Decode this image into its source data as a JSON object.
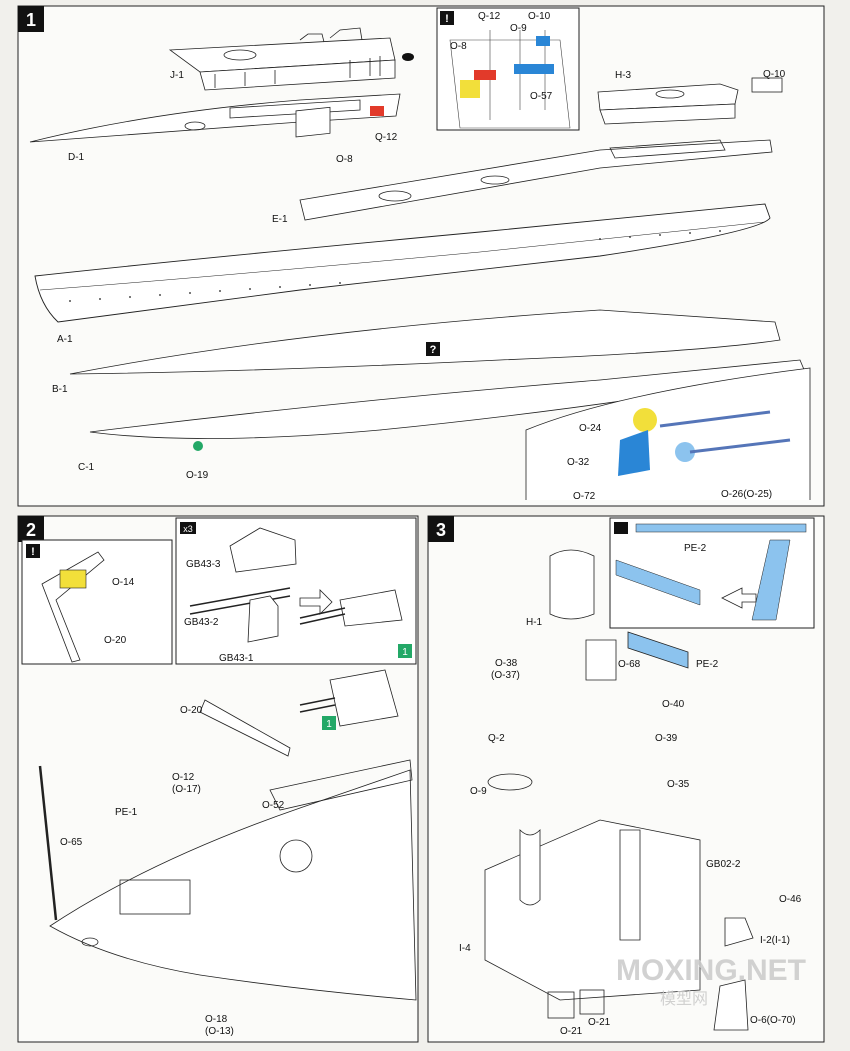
{
  "steps": [
    {
      "number": "1"
    },
    {
      "number": "2"
    },
    {
      "number": "3"
    }
  ],
  "step1": {
    "labels": {
      "j1": "J-1",
      "d1": "D-1",
      "h3": "H-3",
      "q10": "Q-10",
      "q12": "Q-12",
      "o8": "O-8",
      "e1": "E-1",
      "a1": "A-1",
      "b1": "B-1",
      "c1": "C-1",
      "o19": "O-19",
      "o24": "O-24",
      "o32": "O-32",
      "o72": "O-72",
      "o26": "O-26(O-25)"
    },
    "inset": {
      "q12": "Q-12",
      "o10": "O-10",
      "o9": "O-9",
      "o8": "O-8",
      "o57": "O-57"
    }
  },
  "step2": {
    "inset": {
      "o14": "O-14",
      "o20": "O-20"
    },
    "turret": {
      "multiplier": "x3",
      "gb433": "GB43-3",
      "gb432": "GB43-2",
      "gb431": "GB43-1",
      "ref": "1"
    },
    "labels": {
      "o20": "O-20",
      "o12": "O-12",
      "o17": "(O-17)",
      "pe1": "PE-1",
      "o52": "O-52",
      "o65": "O-65",
      "o18": "O-18",
      "o13": "(O-13)",
      "ref": "1"
    }
  },
  "step3": {
    "inset": {
      "pe2": "PE-2"
    },
    "labels": {
      "h1": "H-1",
      "o38": "O-38",
      "o37": "(O-37)",
      "o68": "O-68",
      "pe2": "PE-2",
      "o40": "O-40",
      "q2": "Q-2",
      "o39": "O-39",
      "o9": "O-9",
      "o35": "O-35",
      "gb022": "GB02-2",
      "o46": "O-46",
      "i2": "I-2(I-1)",
      "i4": "I-4",
      "o21a": "O-21",
      "o21b": "O-21",
      "o6": "O-6(O-70)"
    }
  },
  "watermark": {
    "brand": "MOXING.NET",
    "sub": "模型网"
  },
  "colors": {
    "yellow": "#f2df3a",
    "blue": "#2a86d6",
    "red": "#e23a2a",
    "green": "#23a867",
    "lightblue": "#8cc3ee"
  }
}
